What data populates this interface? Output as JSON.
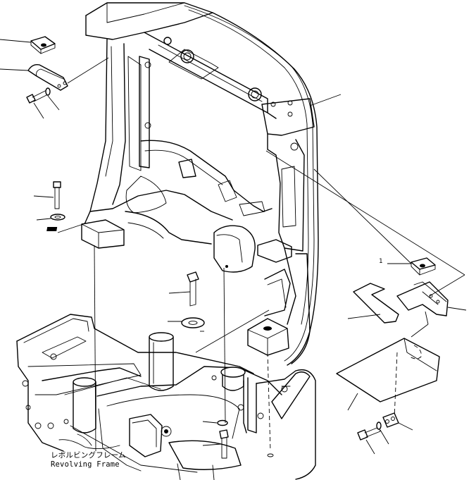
{
  "caption": {
    "line1": "レボルビングフレーム",
    "line2": "Revolving Frame"
  },
  "callouts": {
    "cover_plate_ref": "1"
  }
}
